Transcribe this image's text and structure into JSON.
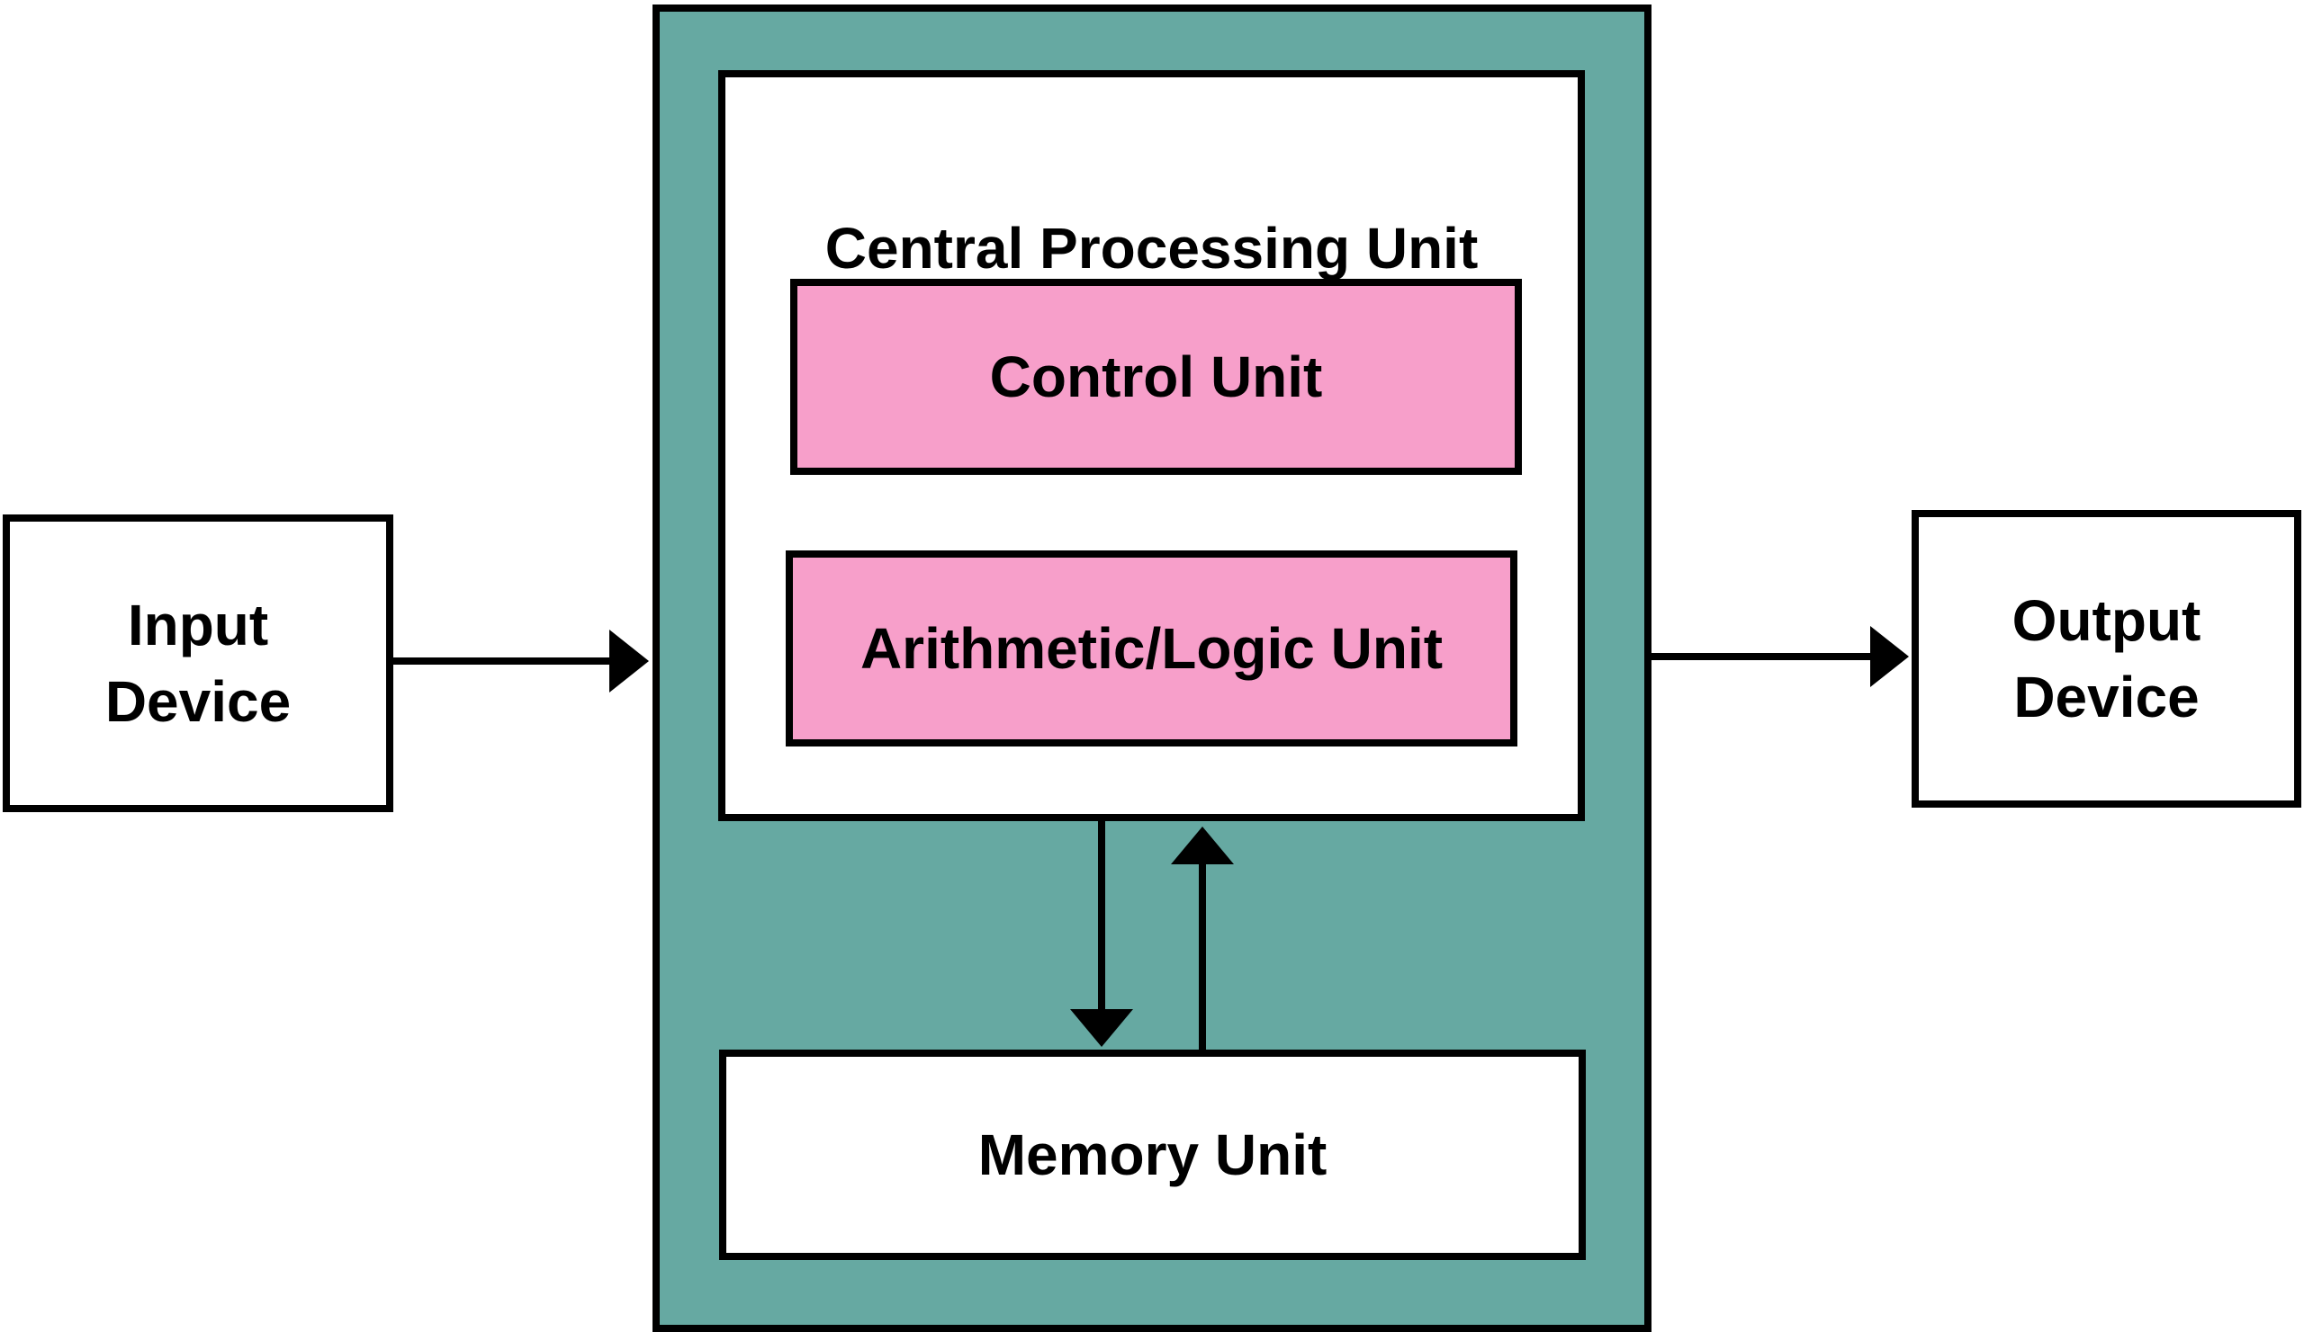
{
  "colors": {
    "outer_fill": "#66a9a2",
    "unit_fill": "#f79fca",
    "box_fill": "#ffffff",
    "stroke": "#000000"
  },
  "input_device": {
    "line1": "Input",
    "line2": "Device"
  },
  "output_device": {
    "line1": "Output",
    "line2": "Device"
  },
  "cpu": {
    "title": "Central Processing Unit",
    "control_unit": "Control Unit",
    "alu": "Arithmetic/Logic Unit"
  },
  "memory_unit": "Memory Unit"
}
